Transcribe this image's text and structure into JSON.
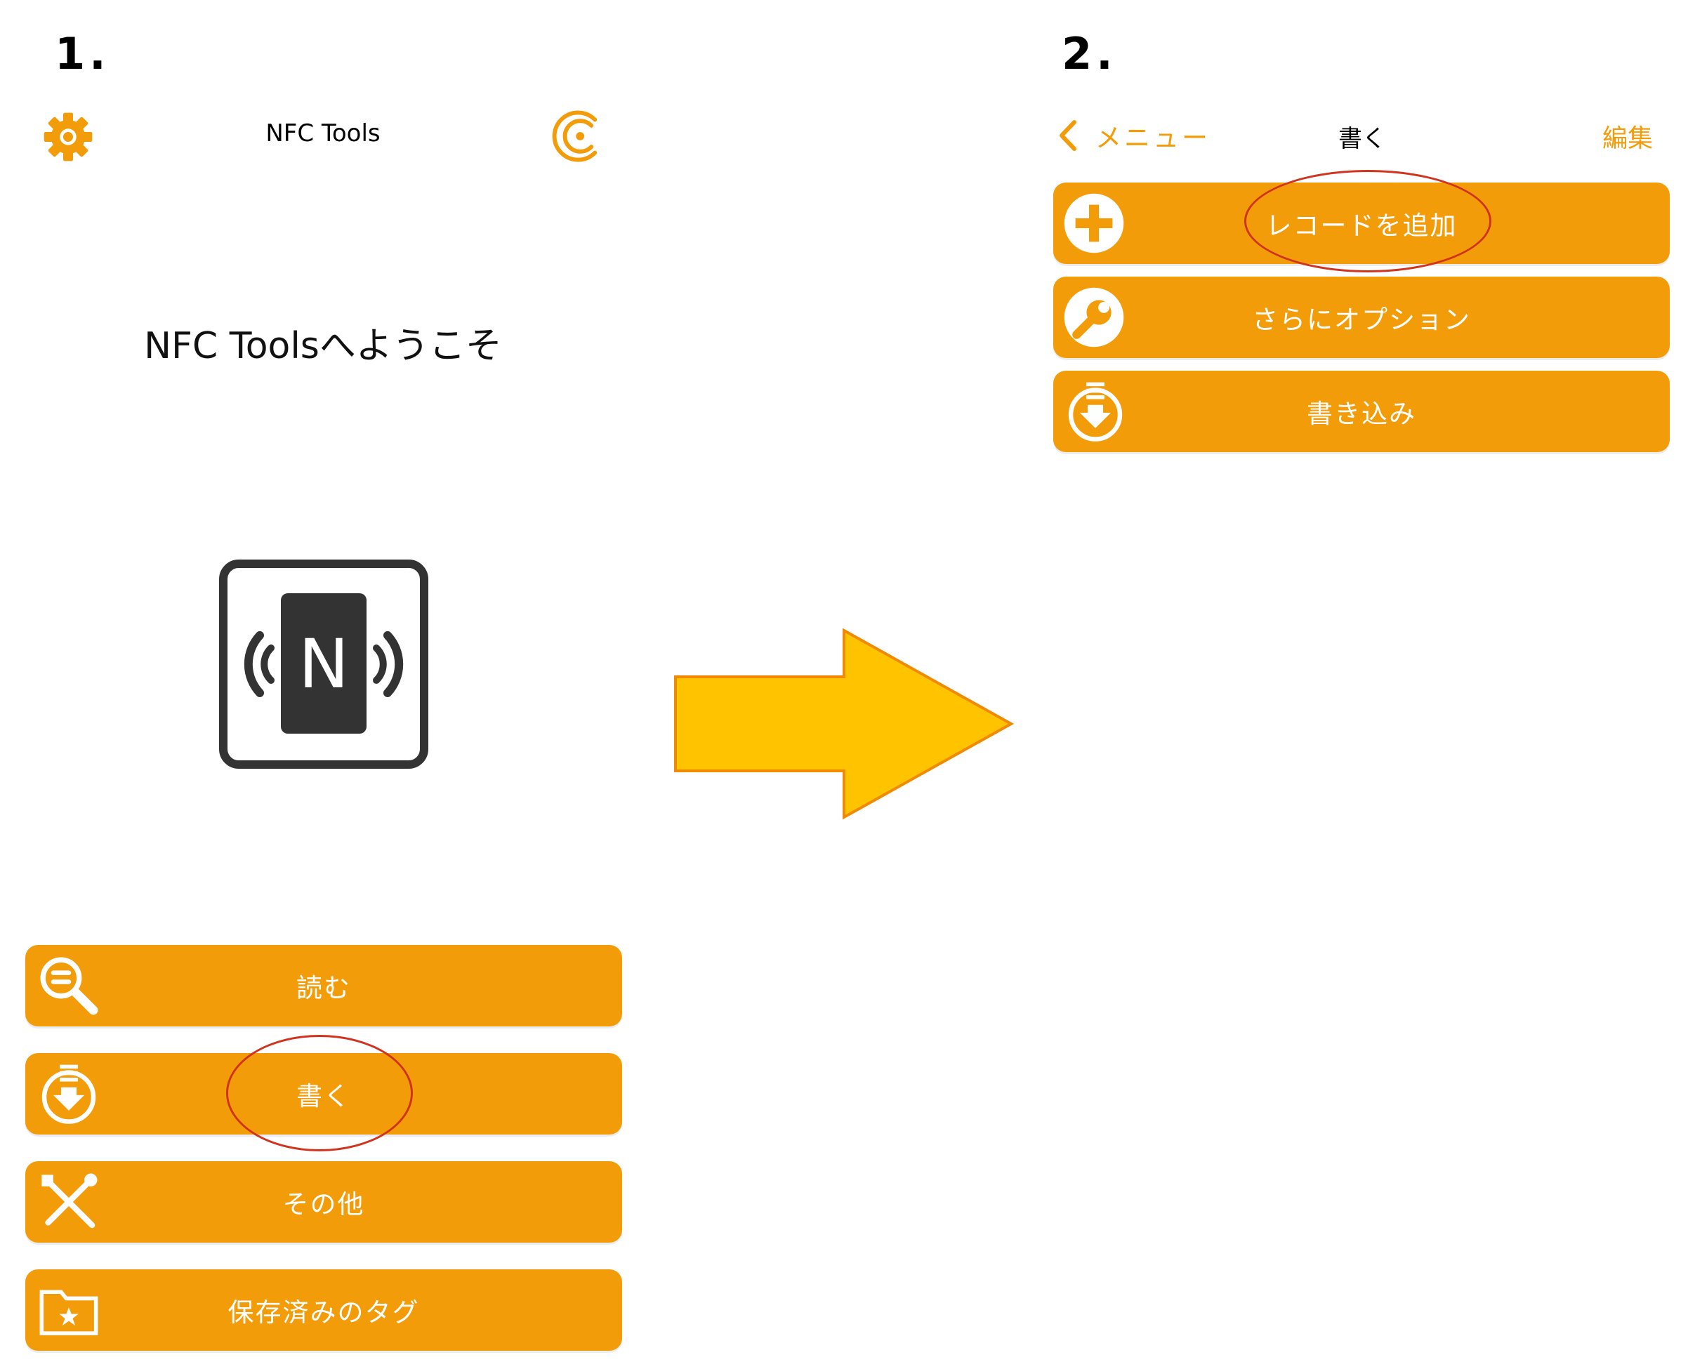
{
  "steps": [
    "1.",
    "2."
  ],
  "screen1": {
    "nav": {
      "title": "NFC Tools",
      "left_icon": "gear-icon",
      "right_icon": "nfc-waves-icon"
    },
    "welcome": "NFC Toolsへようこそ",
    "logo_icon": "nfc-tag-icon",
    "logo_letter": "N",
    "menu": [
      {
        "label": "読む",
        "icon": "search-icon"
      },
      {
        "label": "書く",
        "icon": "write-download-icon"
      },
      {
        "label": "その他",
        "icon": "tools-icon"
      },
      {
        "label": "保存済みのタグ",
        "icon": "folder-star-icon"
      }
    ]
  },
  "arrow_icon": "right-arrow-icon",
  "screen2": {
    "nav": {
      "back_label": "メニュー",
      "title": "書く",
      "edit_label": "編集"
    },
    "menu": [
      {
        "label": "レコードを追加",
        "icon": "plus-circle-icon"
      },
      {
        "label": "さらにオプション",
        "icon": "wrench-circle-icon"
      },
      {
        "label": "書き込み",
        "icon": "write-download-icon"
      }
    ]
  },
  "colors": {
    "accent": "#F39C09",
    "arrow_fill": "#FFC300",
    "arrow_stroke": "#F08A00",
    "highlight": "#D0341E",
    "logo": "#333333"
  }
}
